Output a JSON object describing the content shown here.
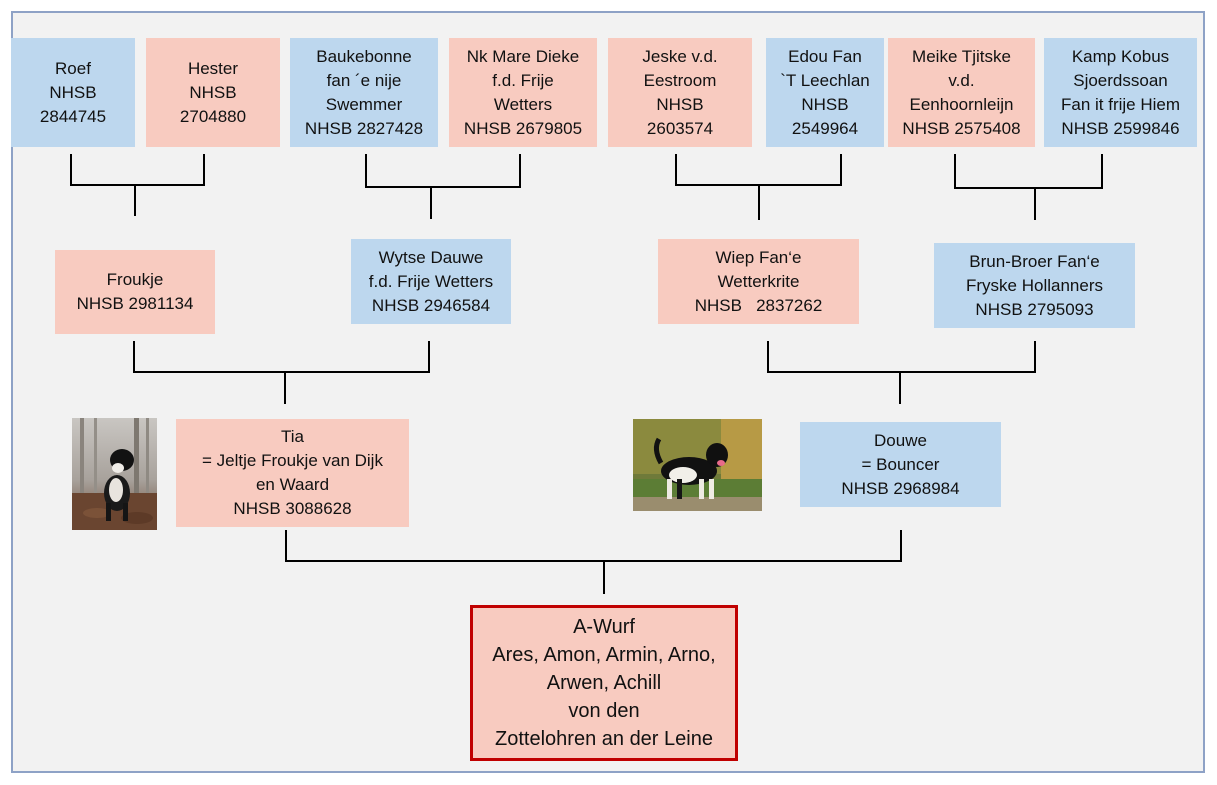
{
  "diagram": {
    "grandparents": [
      {
        "id": "roef",
        "sex": "male",
        "lines": [
          "Roef",
          "NHSB",
          "2844745"
        ]
      },
      {
        "id": "hester",
        "sex": "female",
        "lines": [
          "Hester",
          "NHSB",
          "2704880"
        ]
      },
      {
        "id": "baukebonne",
        "sex": "male",
        "lines": [
          "Baukebonne",
          "fan ´e nije",
          "Swemmer",
          "NHSB 2827428"
        ]
      },
      {
        "id": "nk-mare-dieke",
        "sex": "female",
        "lines": [
          "Nk Mare Dieke",
          "f.d. Frije",
          "Wetters",
          "NHSB 2679805"
        ]
      },
      {
        "id": "jeske",
        "sex": "female",
        "lines": [
          "Jeske v.d.",
          "Eestroom",
          "NHSB",
          "2603574"
        ]
      },
      {
        "id": "edou",
        "sex": "male",
        "lines": [
          "Edou Fan",
          "`T Leechlan",
          "NHSB",
          "2549964"
        ]
      },
      {
        "id": "meike",
        "sex": "female",
        "lines": [
          "Meike Tjitske",
          "v.d.",
          "Eenhoornleijn",
          "NHSB 2575408"
        ]
      },
      {
        "id": "kamp-kobus",
        "sex": "male",
        "lines": [
          "Kamp Kobus",
          "Sjoerdssoan",
          "Fan it frije Hiem",
          "NHSB 2599846"
        ]
      }
    ],
    "parents": [
      {
        "id": "froukje",
        "sex": "female",
        "lines": [
          "Froukje",
          "NHSB 2981134"
        ]
      },
      {
        "id": "wytse-dauwe",
        "sex": "male",
        "lines": [
          "Wytse Dauwe",
          "f.d. Frije Wetters",
          "NHSB 2946584"
        ]
      },
      {
        "id": "wiep",
        "sex": "female",
        "lines": [
          "Wiep Fan‘e",
          "Wetterkrite",
          "NHSB   2837262"
        ]
      },
      {
        "id": "brun-broer",
        "sex": "male",
        "lines": [
          "Brun-Broer Fan‘e",
          "Fryske Hollanners",
          "NHSB 2795093"
        ]
      }
    ],
    "sire_dam": [
      {
        "id": "tia",
        "sex": "female",
        "lines": [
          "Tia",
          "= Jeltje Froukje van Dijk",
          "en Waard",
          "NHSB 3088628"
        ]
      },
      {
        "id": "douwe",
        "sex": "male",
        "lines": [
          "Douwe",
          "= Bouncer",
          "NHSB 2968984"
        ]
      }
    ],
    "litter": {
      "id": "litter",
      "lines": [
        "A-Wurf",
        "Ares, Amon, Armin, Arno,",
        "Arwen, Achill",
        "von den",
        "Zottelohren an der Leine"
      ]
    },
    "photos": [
      {
        "id": "tia-photo",
        "subject": "black-white-dog-in-forest"
      },
      {
        "id": "douwe-photo",
        "subject": "black-white-dog-on-grass"
      }
    ],
    "colors": {
      "male": "#bdd7ee",
      "female": "#f8cbc0",
      "litter_border": "#c00000",
      "line": "#000000"
    }
  }
}
